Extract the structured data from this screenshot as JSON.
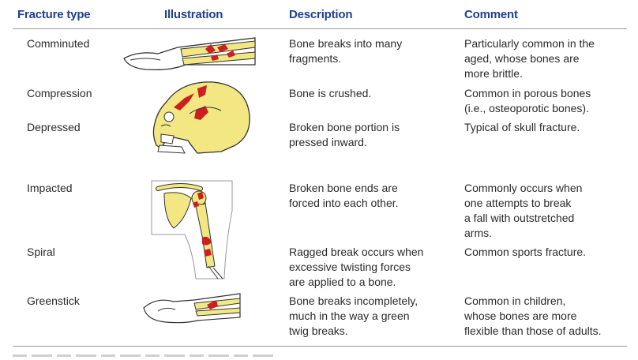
{
  "table": {
    "headers": {
      "type": "Fracture type",
      "illustration": "Illustration",
      "description": "Description",
      "comment": "Comment"
    },
    "rows": [
      {
        "type": "Comminuted",
        "illustration_icon": "forearm-bone-multiple-fragments-icon",
        "description": [
          "Bone breaks into many",
          "fragments."
        ],
        "comment": [
          "Particularly common in the",
          "aged, whose bones are",
          "more brittle."
        ]
      },
      {
        "type": "Compression",
        "illustration_icon": "skull-icon",
        "description": [
          "Bone is crushed."
        ],
        "comment": [
          "Common in porous bones",
          "(i.e., osteoporotic bones)."
        ]
      },
      {
        "type": "Depressed",
        "illustration_icon": "skull-icon",
        "description": [
          "Broken bone portion is",
          "pressed inward."
        ],
        "comment": [
          "Typical of skull fracture."
        ]
      },
      {
        "type": "Impacted",
        "illustration_icon": "shoulder-humerus-icon",
        "description": [
          "Broken bone ends are",
          "forced into each other."
        ],
        "comment": [
          "Commonly occurs when",
          "one attempts to break",
          "a fall with outstretched",
          "arms."
        ]
      },
      {
        "type": "Spiral",
        "illustration_icon": "humerus-spiral-break-icon",
        "description": [
          "Ragged break occurs when",
          "excessive twisting forces",
          "are applied to a bone."
        ],
        "comment": [
          "Common sports fracture."
        ]
      },
      {
        "type": "Greenstick",
        "illustration_icon": "forearm-bent-bone-icon",
        "description": [
          "Bone breaks incompletely,",
          "much in the way a green",
          "twig breaks."
        ],
        "comment": [
          "Common in children,",
          "whose bones are more",
          "flexible than those of adults."
        ]
      }
    ]
  },
  "colors": {
    "header_text": "#1f3f8f",
    "bone": "#f2e783",
    "fracture": "#cc1f1f",
    "skin": "#ffffff",
    "rule": "#9a9a9a"
  }
}
